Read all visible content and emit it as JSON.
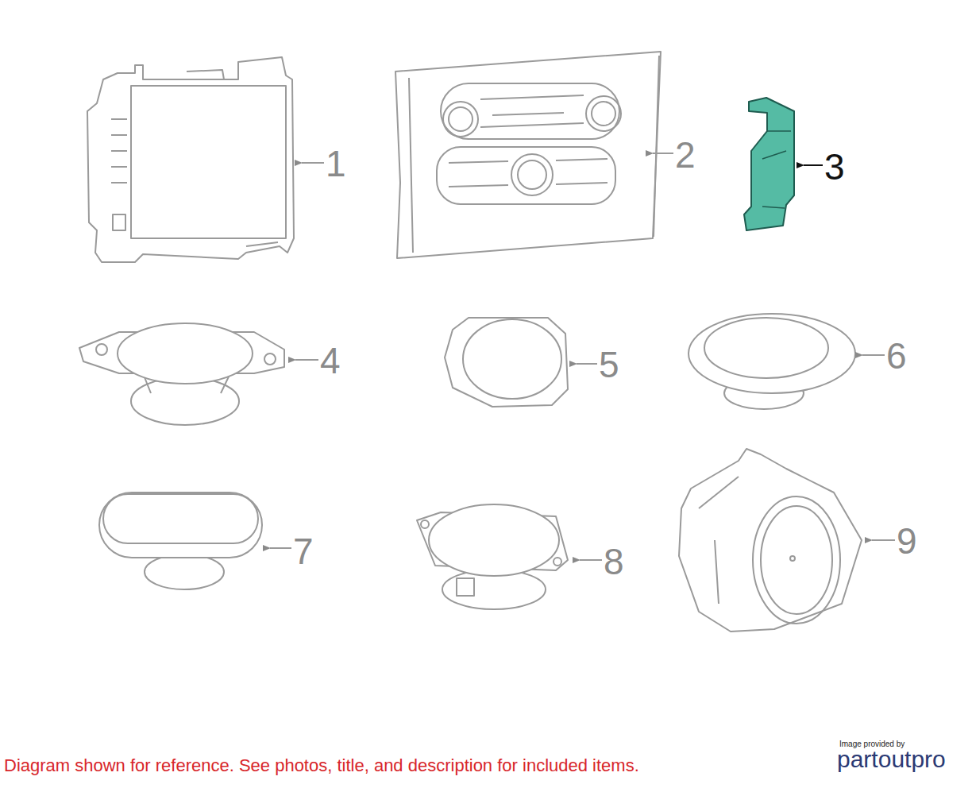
{
  "diagram": {
    "caption": "Diagram shown for reference. See photos, title, and description for included items.",
    "labels": [
      "1",
      "2",
      "3",
      "4",
      "5",
      "6",
      "7",
      "8",
      "9",
      "Image provided by",
      "partoutpro"
    ]
  }
}
